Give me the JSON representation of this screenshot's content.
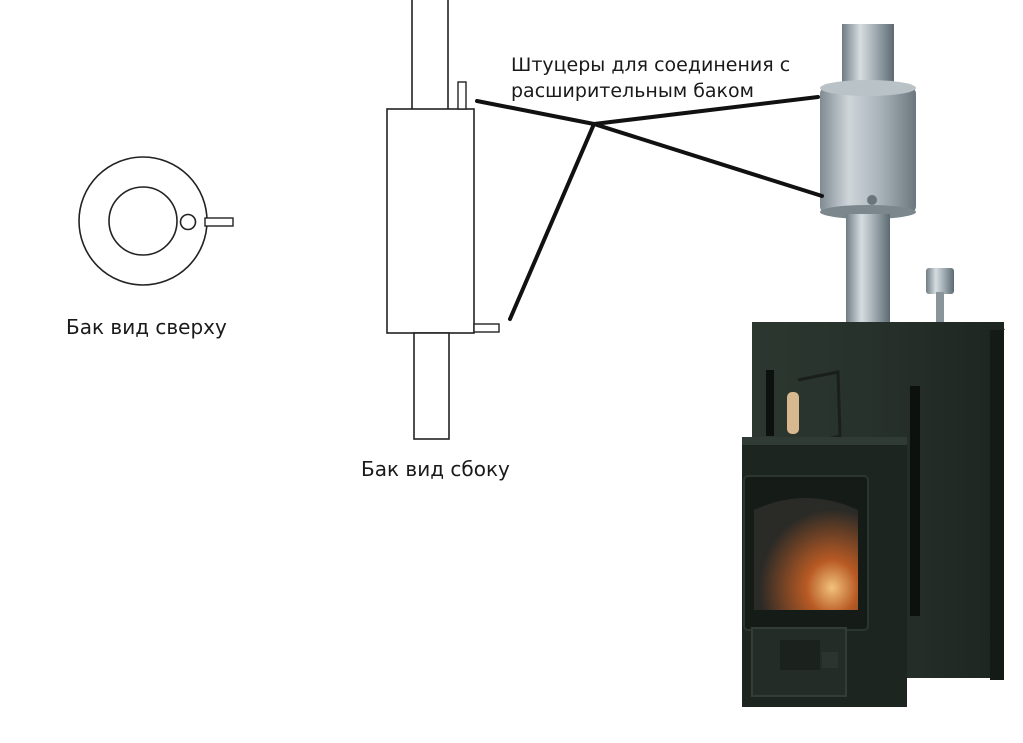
{
  "labels": {
    "fittings_line1": "Штуцеры для соединения с",
    "fittings_line2": "расширительным баком",
    "tank_top_view": "Бак вид сверху",
    "tank_side_view": "Бак вид сбоку"
  },
  "colors": {
    "background": "#ffffff",
    "line": "#111111",
    "stove_body": "#263028",
    "stove_dark": "#161c18",
    "pipe_metal": "#9aa6ad",
    "pipe_highlight": "#d6dde1",
    "fire": "#b85a24"
  }
}
